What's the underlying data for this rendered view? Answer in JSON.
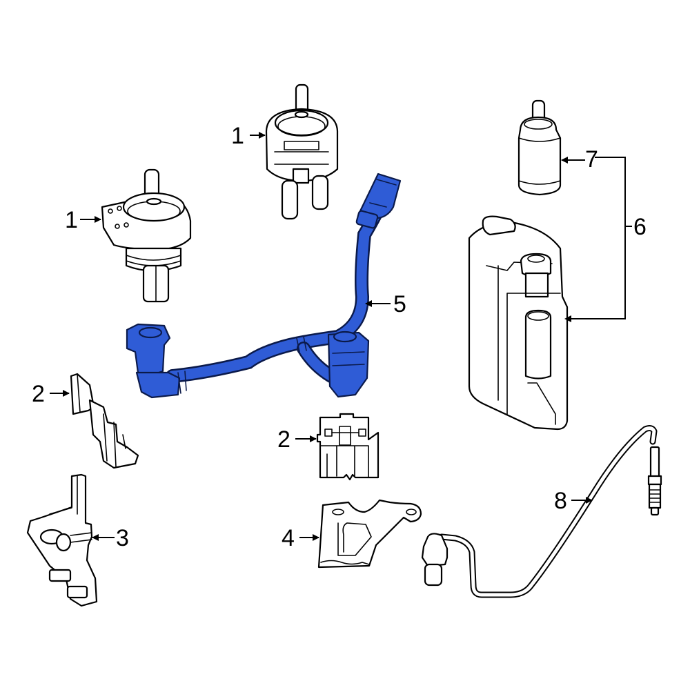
{
  "diagram": {
    "type": "exploded-parts-diagram",
    "highlight_color": "#2f5cd6",
    "line_color": "#000000",
    "background": "#ffffff",
    "highlighted_part": "5"
  },
  "callouts": [
    {
      "id": "c1a",
      "label": "1",
      "part": "vent-valve-upper"
    },
    {
      "id": "c1b",
      "label": "1",
      "part": "vent-valve-lower"
    },
    {
      "id": "c2a",
      "label": "2",
      "part": "clip-left"
    },
    {
      "id": "c2b",
      "label": "2",
      "part": "clip-center"
    },
    {
      "id": "c3",
      "label": "3",
      "part": "bracket-left"
    },
    {
      "id": "c4",
      "label": "4",
      "part": "bracket-center"
    },
    {
      "id": "c5",
      "label": "5",
      "part": "vent-hose-highlighted"
    },
    {
      "id": "c6",
      "label": "6",
      "part": "canister-assembly"
    },
    {
      "id": "c7",
      "label": "7",
      "part": "filter"
    },
    {
      "id": "c8",
      "label": "8",
      "part": "oxygen-sensor"
    }
  ],
  "labels": {
    "c1a": "1",
    "c1b": "1",
    "c2a": "2",
    "c2b": "2",
    "c3": "3",
    "c4": "4",
    "c5": "5",
    "c6": "6",
    "c7": "7",
    "c8": "8"
  }
}
